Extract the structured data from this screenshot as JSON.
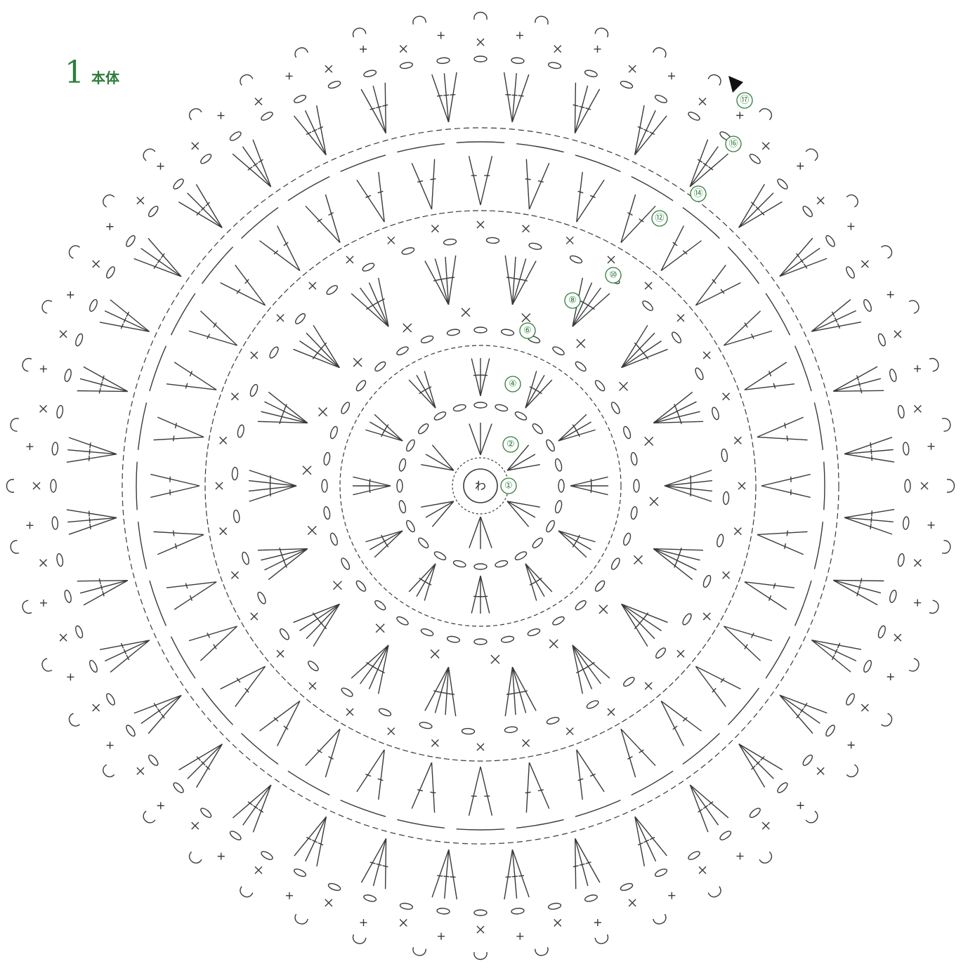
{
  "title": {
    "number": "1",
    "label": "本体"
  },
  "center_label": "わ",
  "rounds": [
    "①",
    "②",
    "④",
    "⑥",
    "⑧",
    "⑩",
    "⑫",
    "⑭",
    "⑯",
    "⑰"
  ],
  "colors": {
    "ink": "#3a3a3a",
    "accent": "#2e7d3a",
    "background": "#ffffff"
  },
  "icons": [
    "finish-arrow-icon"
  ]
}
